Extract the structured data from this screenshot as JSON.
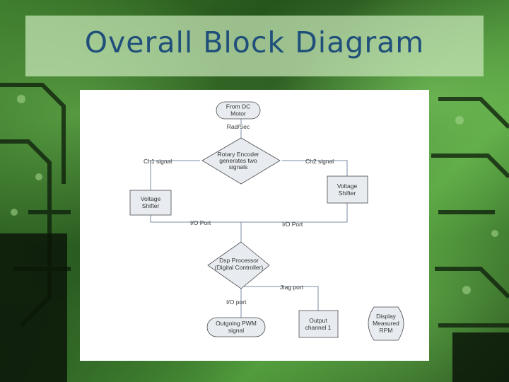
{
  "slide": {
    "title": "Overall Block Diagram"
  },
  "diagram": {
    "from_dc_motor": [
      "From DC",
      "Motor"
    ],
    "rad_sec": "Rad/Sec",
    "rotary_encoder": [
      "Rotary Encoder",
      "generates two",
      "signals"
    ],
    "ch1_signal": "Ch1 signal",
    "ch2_signal": "Ch2 signal",
    "voltage_shifter_left": [
      "Voltage",
      "Shifter"
    ],
    "voltage_shifter_right": [
      "Voltage",
      "Shifter"
    ],
    "io_port_left": "I/O Port",
    "io_port_right": "I/O Port",
    "dsp_processor": [
      "Dsp Processor",
      "(Digital Controller)"
    ],
    "jtag_port": "Jtag port",
    "io_port_bottom": "I/O port",
    "outgoing_pwm": [
      "Outgoing PWM",
      "signal"
    ],
    "output_channel": [
      "Output",
      "channel 1"
    ],
    "display_rpm": [
      "Display",
      "Measured",
      "RPM"
    ]
  }
}
